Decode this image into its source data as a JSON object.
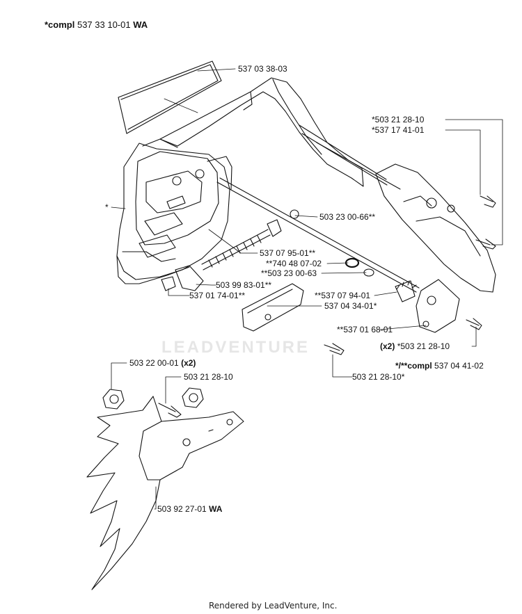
{
  "header": {
    "prefix": "*compl",
    "number": "537 33 10-01",
    "suffix": "WA"
  },
  "watermark": "LEADVENTURE",
  "footer": "Rendered by LeadVenture, Inc.",
  "callouts": [
    {
      "id": "c1",
      "text": "537 03 38-03"
    },
    {
      "id": "c2",
      "text": "*503 21 28-10"
    },
    {
      "id": "c3",
      "text": "*537 17 41-01"
    },
    {
      "id": "c4",
      "text": "*"
    },
    {
      "id": "c5",
      "text": "503 23 00-66**"
    },
    {
      "id": "c6",
      "text": "537 07 95-01**"
    },
    {
      "id": "c7",
      "text": "**740 48 07-02"
    },
    {
      "id": "c8",
      "text": "**503 23 00-63"
    },
    {
      "id": "c9",
      "text": "503 99 83-01**"
    },
    {
      "id": "c10",
      "text": "537 01 74-01**"
    },
    {
      "id": "c11",
      "text": "**537 07 94-01"
    },
    {
      "id": "c12",
      "text": "537 04 34-01*"
    },
    {
      "id": "c13",
      "text": "**537 01 68-01"
    },
    {
      "id": "c14",
      "prefix": "(x2)",
      "text": "*503 21 28-10"
    },
    {
      "id": "c15",
      "prefix": "*/**compl",
      "text": "537 04 41-02"
    },
    {
      "id": "c16",
      "text": "503 21 28-10*"
    },
    {
      "id": "c17",
      "text": "503 22 00-01",
      "suffix": "(x2)"
    },
    {
      "id": "c18",
      "text": "503 21 28-10"
    },
    {
      "id": "c19",
      "text": "503 92 27-01",
      "suffix": "WA"
    }
  ]
}
